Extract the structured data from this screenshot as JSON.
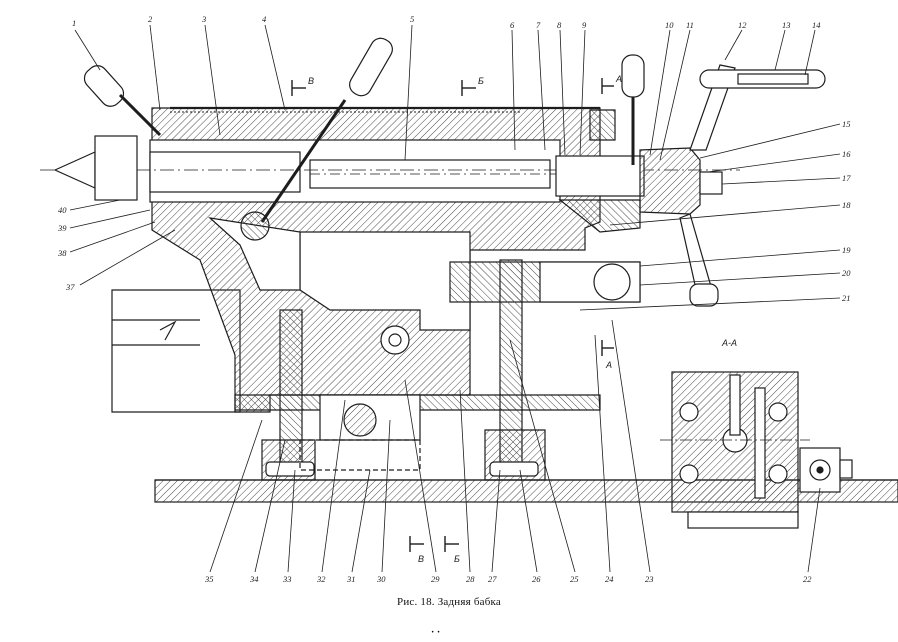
{
  "caption": "Рис. 18. Задняя бабка",
  "page_mark": "· ·",
  "section_label": "А-А",
  "callouts": {
    "n1": "1",
    "n2": "2",
    "n3": "3",
    "n4": "4",
    "n5": "5",
    "n6": "6",
    "n7": "7",
    "n8": "8",
    "n9": "9",
    "n10": "10",
    "n11": "11",
    "n12": "12",
    "n13": "13",
    "n14": "14",
    "n15": "15",
    "n16": "16",
    "n17": "17",
    "n18": "18",
    "n19": "19",
    "n20": "20",
    "n21": "21",
    "n22": "22",
    "n23": "23",
    "n24": "24",
    "n25": "25",
    "n26": "26",
    "n27": "27",
    "n28": "28",
    "n29": "29",
    "n30": "30",
    "n31": "31",
    "n32": "32",
    "n33": "33",
    "n34": "34",
    "n35": "35",
    "n37": "37",
    "n38": "38",
    "n39": "39",
    "n40": "40"
  },
  "section_marks": {
    "b_top": "В",
    "b2_top": "Б",
    "a_top": "А",
    "a_bottom": "А",
    "b_bottom": "В",
    "b2_bottom": "Б"
  },
  "colors": {
    "ink": "#1d1d1d",
    "paper": "#ffffff",
    "hatch": "#4a4a4a"
  }
}
